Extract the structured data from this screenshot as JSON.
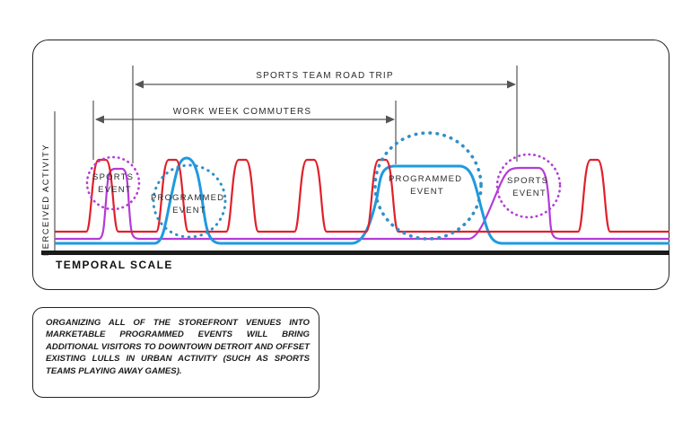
{
  "labels": {
    "road_trip": "SPORTS TEAM ROAD TRIP",
    "commuters": "WORK WEEK COMMUTERS",
    "sports_event_1": [
      "SPORTS",
      "EVENT"
    ],
    "programmed_event_1": [
      "PROGRAMMED",
      "EVENT"
    ],
    "programmed_event_2": [
      "PROGRAMMED",
      "EVENT"
    ],
    "sports_event_2": [
      "SPORTS",
      "EVENT"
    ],
    "y_axis": "PERCEIVED ACTIVITY",
    "x_axis": "TEMPORAL SCALE"
  },
  "colors": {
    "commuters": "#e0202a",
    "programmed": "#1f9ae0",
    "sports": "#b43bd8",
    "axis": "#1a1a1a",
    "arrow": "#555555",
    "circle_sports": "#b43bd8",
    "circle_programmed": "#2f8fc9"
  },
  "caption": "ORGANIZING ALL OF THE STOREFRONT VENUES INTO MARKETABLE PROGRAMMED EVENTS WILL BRING ADDITIONAL VISITORS TO DOWNTOWN DETROIT AND OFFSET EXISTING LULLS IN URBAN ACTIVITY (SUCH AS SPORTS TEAMS PLAYING AWAY GAMES)."
}
